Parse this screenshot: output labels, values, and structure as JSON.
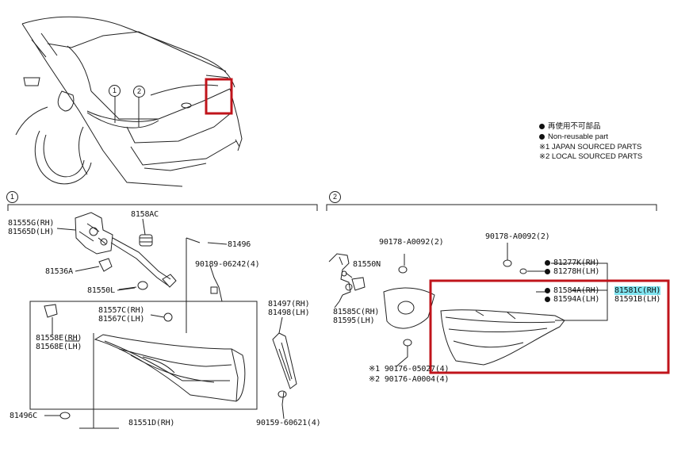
{
  "legend": {
    "reusable_jp": "再使用不可部品",
    "non_reusable": "Non-reusable part",
    "note1": "※1 JAPAN SOURCED PARTS",
    "note2": "※2 LOCAL SOURCED PARTS"
  },
  "callouts": {
    "c1": "1",
    "c2": "2"
  },
  "section1": {
    "marker": "1",
    "parts": {
      "p81555G": "81555G(RH)",
      "p81565D": "81565D(LH)",
      "p8158AC": "8158AC",
      "p81536A": "81536A",
      "p81550L": "81550L",
      "p81496a": "81496",
      "p90189": "90189-06242(4)",
      "p81557C": "81557C(RH)",
      "p81567C": "81567C(LH)",
      "p81497": "81497(RH)",
      "p81498": "81498(LH)",
      "p81558E": "81558E(RH)",
      "p81568E": "81568E(LH)",
      "p81496C": "81496C",
      "p81551D": "81551D(RH)",
      "p90159": "90159-60621(4)"
    }
  },
  "section2": {
    "marker": "2",
    "parts": {
      "p90178a": "90178-A0092(2)",
      "p90178b": "90178-A0092(2)",
      "p81550N": "81550N",
      "p81277K": "81277K(RH)",
      "p81278H": "81278H(LH)",
      "p81584A": "81584A(RH)",
      "p81594A": "81594A(LH)",
      "p81581C": "81581C(RH)",
      "p81591B": "81591B(LH)",
      "p81585C": "81585C(RH)",
      "p81595": "81595(LH)",
      "p90176a": "※1 90176-05027(4)",
      "p90176b": "※2 90176-A0004(4)"
    }
  },
  "highlight_color": "#c0141b",
  "part_highlight_color": "#7fe3ef"
}
